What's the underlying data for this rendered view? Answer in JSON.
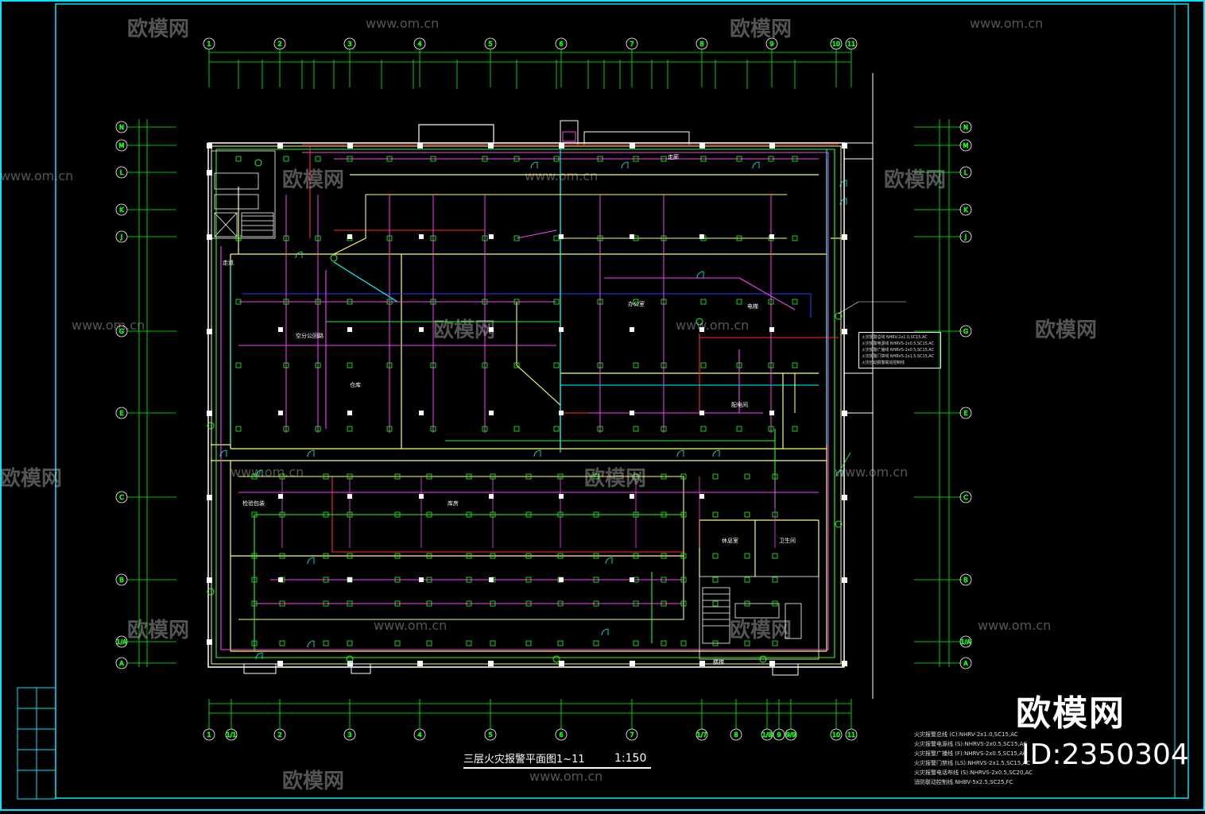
{
  "drawing": {
    "title": "三层火灾报警平面图1~11",
    "scale": "1:150",
    "brand": "欧模网",
    "brand_id": "ID:2350304"
  },
  "watermark": {
    "logo_text": "欧模网",
    "url_text": "www.om.cn"
  },
  "grid": {
    "col_labels_top": [
      "1",
      "2",
      "3",
      "4",
      "5",
      "6",
      "7",
      "8",
      "9",
      "10",
      "11"
    ],
    "col_labels_bottom": [
      "1",
      "1/1",
      "2",
      "3",
      "4",
      "5",
      "6",
      "7",
      "1/7",
      "8",
      "1/8",
      "9",
      "9/9",
      "10",
      "11"
    ],
    "row_labels": [
      "N",
      "M",
      "L",
      "K",
      "J",
      "G",
      "E",
      "C",
      "B",
      "1/A",
      "A"
    ]
  },
  "rooms": [
    "走道",
    "空分公回路",
    "办公室",
    "仓库",
    "配电间",
    "走廊",
    "楼梯",
    "库房",
    "检验包装",
    "休息室",
    "卫生间",
    "电梯"
  ],
  "legend": [
    "火灾报警总线  (C):NHRV-2x1.0,SC15,AC",
    "火灾报警电源线  (S):NHRVS-2x0.5,SC15,AC",
    "火灾报警广播线  (F):NHRVS-2x0.5,SC15,AC",
    "火灾报警门禁线  (LS):NHRVS-2x1.5,SC15,AC",
    "火灾报警电话布线  (S):NHRVS-2x0.5,SC20,AC",
    "消防联动控制线  NHBV-5x2.5,SC25,FC"
  ],
  "legend_small": [
    "火灾报警总线  NHRV-2x1.0,SC15,AC",
    "火灾报警电源线  NHRVS-2x0.5,SC15,AC",
    "火灾报警广播线  NHRVS-2x0.5,SC15,AC",
    "火灾报警门禁线  NHRVS-2x1.5,SC15,AC",
    "火灾自动报警联动控制线"
  ],
  "colors": {
    "frame": "#00e5ff",
    "grid": "#00ff00",
    "wall": "#ffff66",
    "red": "#ff2a2a",
    "magenta": "#ff3cff",
    "cyan": "#00ffff",
    "blue": "#1e3cff",
    "green": "#22ff22",
    "white": "#ffffff"
  }
}
